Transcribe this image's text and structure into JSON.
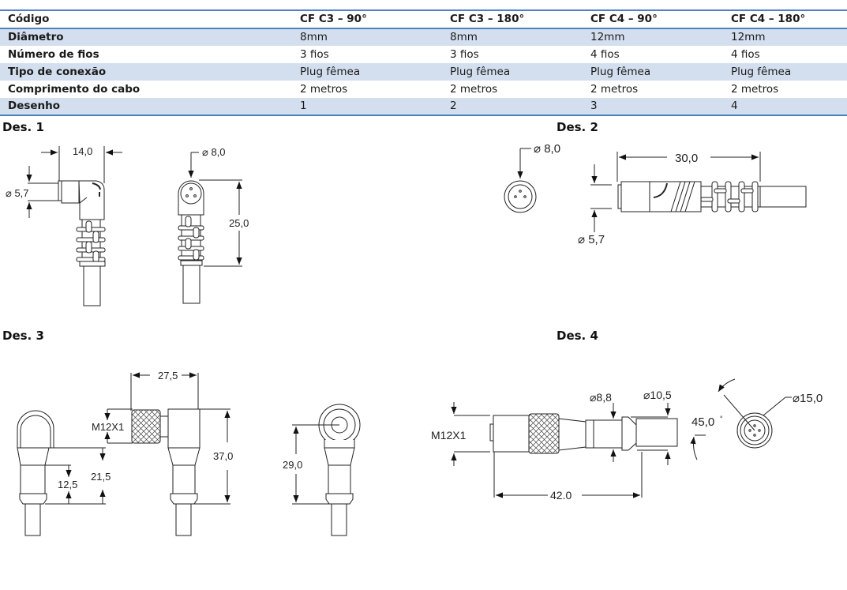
{
  "table": {
    "header": {
      "label": "Código",
      "columns": [
        "CF C3 – 90°",
        "CF C3 – 180°",
        "CF C4 – 90°",
        "CF C4 – 180°"
      ]
    },
    "rows": [
      {
        "label": "Diâmetro",
        "values": [
          "8mm",
          "8mm",
          "12mm",
          "12mm"
        ]
      },
      {
        "label": "Número de fios",
        "values": [
          "3 fios",
          "3 fios",
          "4 fios",
          "4 fios"
        ]
      },
      {
        "label": "Tipo de conexão",
        "values": [
          "Plug fêmea",
          "Plug fêmea",
          "Plug fêmea",
          "Plug fêmea"
        ]
      },
      {
        "label": "Comprimento do cabo",
        "values": [
          "2 metros",
          "2 metros",
          "2 metros",
          "2 metros"
        ]
      },
      {
        "label": "Desenho",
        "values": [
          "1",
          "2",
          "3",
          "4"
        ]
      }
    ],
    "accent_color": "#4F81BD",
    "stripe_color": "#D3DFEE"
  },
  "drawings": {
    "des1": {
      "title": "Des. 1",
      "dim_width": "14,0",
      "dim_diam_cable": "⌀ 5,7",
      "dim_diam_head": "⌀ 8,0",
      "dim_height": "25,0"
    },
    "des2": {
      "title": "Des. 2",
      "dim_diam_head": "⌀ 8,0",
      "dim_length": "30,0",
      "dim_diam_cable": "⌀ 5,7"
    },
    "des3": {
      "title": "Des. 3",
      "dim_width": "27,5",
      "thread": "M12X1",
      "dim_h1": "21,5",
      "dim_h2": "12,5",
      "dim_h3": "37,0",
      "dim_h4": "29,0"
    },
    "des4": {
      "title": "Des. 4",
      "thread": "M12X1",
      "dim_d1": "⌀8,8",
      "dim_d2": "⌀10,5",
      "dim_length": "42.0",
      "dim_angle": "45,0",
      "angle_mark": "°",
      "dim_d3": "⌀15,0"
    }
  }
}
